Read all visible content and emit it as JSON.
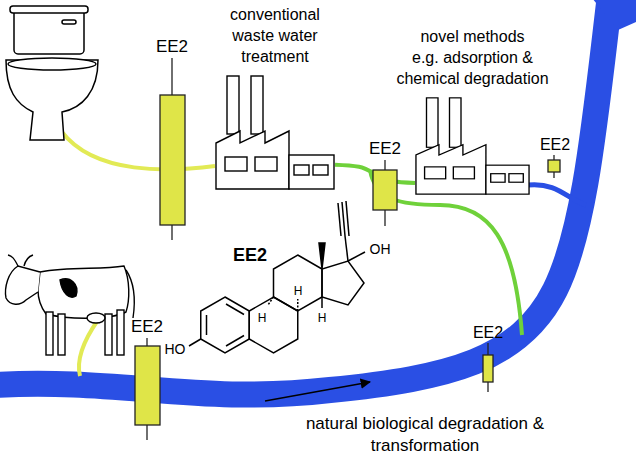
{
  "diagram": {
    "nodes": [
      {
        "text": [
          "conventional waste water treatment"
        ]
      },
      {
        "text": [
          "novel methods",
          "e.g. adsorption & chemical degradation"
        ]
      }
    ],
    "edges": [
      {
        "from": 0,
        "to": 1,
        "arrow": "none"
      }
    ],
    "labels": [
      "EE2",
      "EE2",
      "EE2",
      "EE2",
      "EE2",
      "OH",
      "HO",
      "H",
      "H",
      "H",
      "EE2",
      "natural biological degradation & transformation"
    ]
  }
}
